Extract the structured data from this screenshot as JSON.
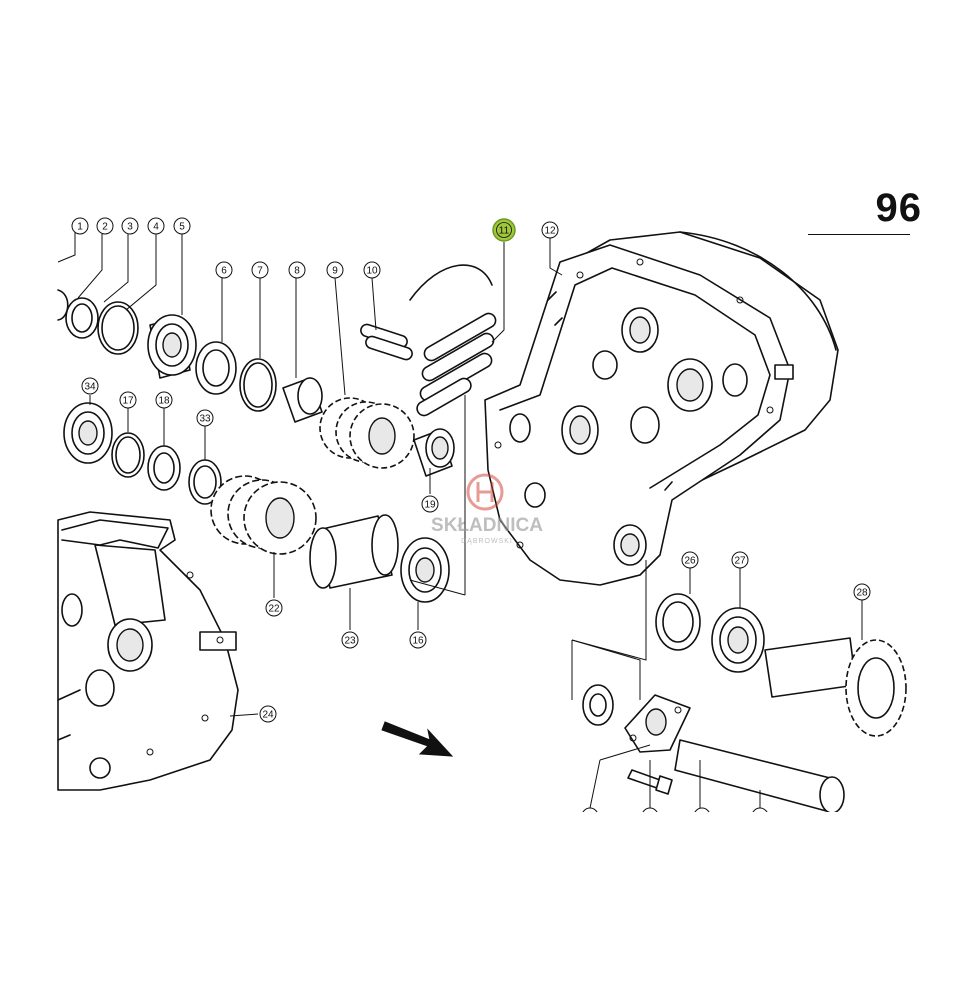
{
  "page_number": "96",
  "watermark": {
    "brand": "SKŁADNICA",
    "sub": "DĄBROWSKI",
    "colors": {
      "red": "#d23a2e",
      "grey": "#9a9a9a"
    }
  },
  "highlight_color": "#9fc73b",
  "callouts": {
    "c1": "1",
    "c2": "2",
    "c3": "3",
    "c4": "4",
    "c5": "5",
    "c6": "6",
    "c7": "7",
    "c8": "8",
    "c9": "9",
    "c10": "10",
    "c11": "11",
    "c12": "12",
    "c16": "16",
    "c17": "17",
    "c18": "18",
    "c19": "19",
    "c22": "22",
    "c23": "23",
    "c24": "24",
    "c26": "26",
    "c27": "27",
    "c28": "28",
    "c33": "33",
    "c34": "34"
  },
  "icons": {
    "direction": "arrow-icon"
  }
}
